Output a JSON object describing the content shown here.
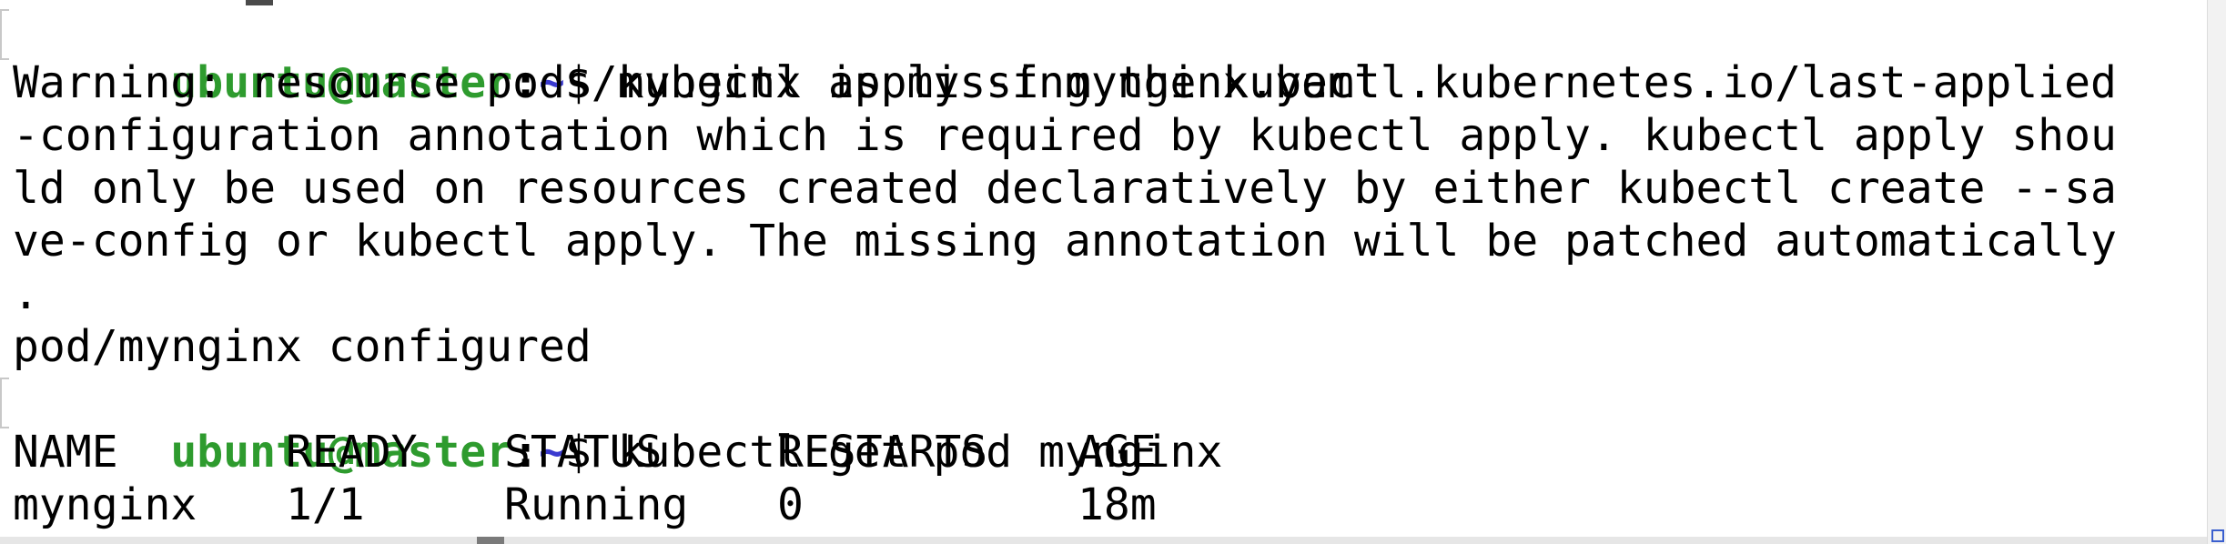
{
  "prompt": {
    "user": "ubuntu@master",
    "sep": ":",
    "path": "~",
    "dollar": "$ "
  },
  "commands": {
    "apply": "kubectl apply -f mynginx.yaml",
    "get": "kubectl get pod mynginx"
  },
  "output": {
    "warning_lines": [
      "Warning: resource pods/mynginx is missing the kubectl.kubernetes.io/last-applied",
      "-configuration annotation which is required by kubectl apply. kubectl apply shou",
      "ld only be used on resources created declaratively by either kubectl create --sa",
      "ve-config or kubectl apply. The missing annotation will be patched automatically",
      "."
    ],
    "result": "pod/mynginx configured"
  },
  "table": {
    "headers": [
      "NAME",
      "READY",
      "STATUS",
      "RESTARTS",
      "AGE"
    ],
    "rows": [
      [
        "mynginx",
        "1/1",
        "Running",
        "0",
        "18m"
      ]
    ]
  },
  "colors": {
    "prompt_user": "#2e9b2e",
    "prompt_path": "#3a3acf",
    "background": "#ffffff",
    "text": "#000000"
  }
}
